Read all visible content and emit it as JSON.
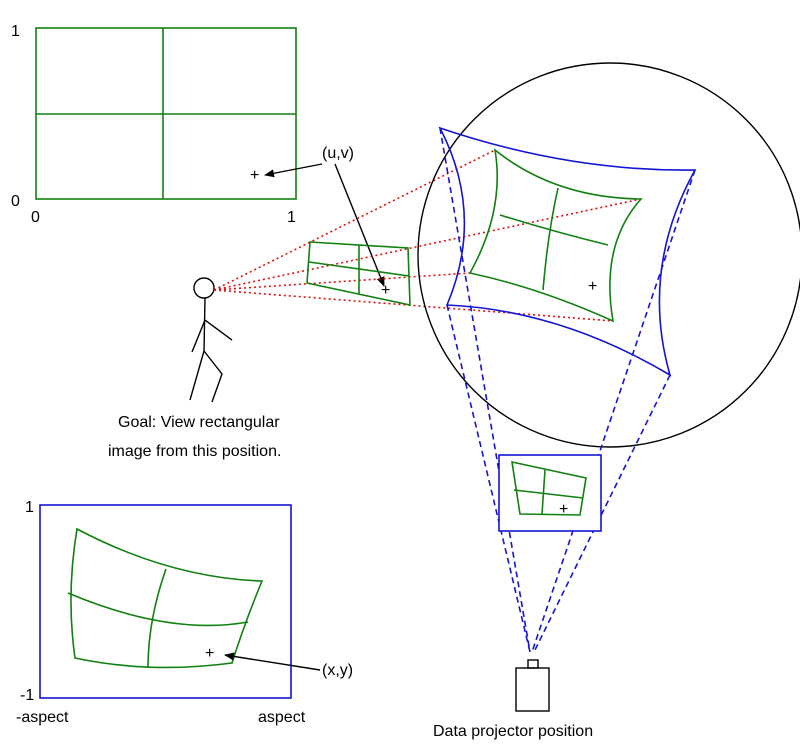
{
  "uv_panel": {
    "y_top": "1",
    "y_bottom": "0",
    "x_left": "0",
    "x_right": "1",
    "point_label": "(u,v)"
  },
  "viewer_caption": {
    "line1": "Goal: View rectangular",
    "line2": "image from this position."
  },
  "xy_panel": {
    "y_top": "1",
    "y_bottom": "-1",
    "x_left": "-aspect",
    "x_right": "aspect",
    "point_label": "(x,y)"
  },
  "projector": {
    "label": "Data projector position"
  },
  "colors": {
    "grid": "#108010",
    "projector_frame": "#1414d2",
    "sight_lines": "#e01010",
    "outline": "#000000"
  }
}
